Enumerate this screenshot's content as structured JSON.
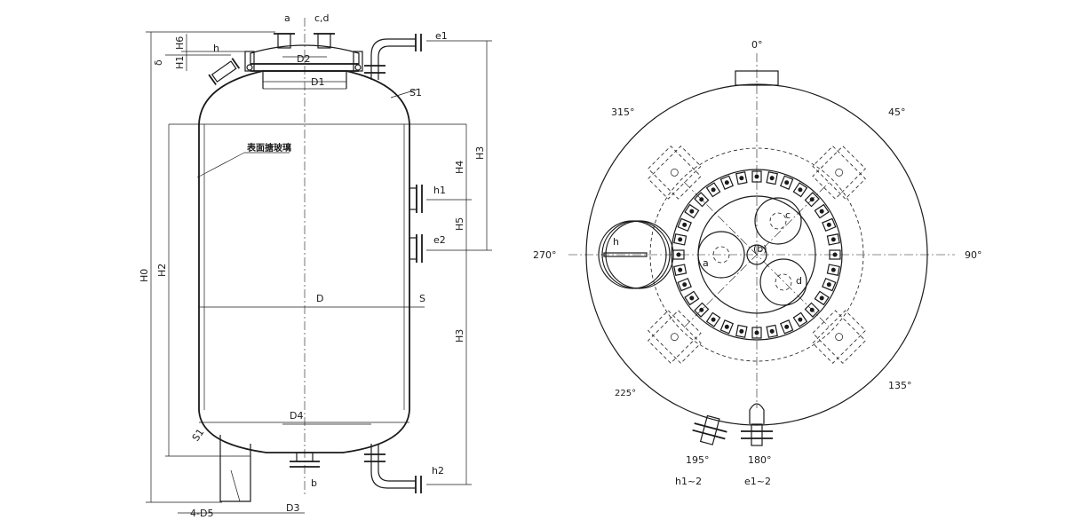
{
  "side_view": {
    "labels": {
      "a": "a",
      "cd": "c,d",
      "e1": "e1",
      "h": "h",
      "H6": "H6",
      "delta": "δ",
      "H1": "H1",
      "D2": "D2",
      "D1": "D1",
      "S1_top": "S1",
      "coating": "表面搪玻璃",
      "H3_top": "H3",
      "H4": "H4",
      "h1": "h1",
      "H5": "H5",
      "e2": "e2",
      "H0": "H0",
      "H2": "H2",
      "D": "D",
      "S": "S",
      "H3_bottom": "H3",
      "D4": "D4",
      "S1_bottom": "S1",
      "h2": "h2",
      "b": "b",
      "D5": "4-D5",
      "D3": "D3"
    }
  },
  "top_view": {
    "angles": {
      "a0": "0°",
      "a45": "45°",
      "a90": "90°",
      "a135": "135°",
      "a180": "180°",
      "a195": "195°",
      "a225": "225°",
      "a270": "270°",
      "a315": "315°"
    },
    "nozzles": {
      "h": "h",
      "a": "a",
      "b": "(b)",
      "c": "c",
      "d": "d"
    },
    "callouts": {
      "h12": "h1~2",
      "e12": "e1~2"
    }
  }
}
